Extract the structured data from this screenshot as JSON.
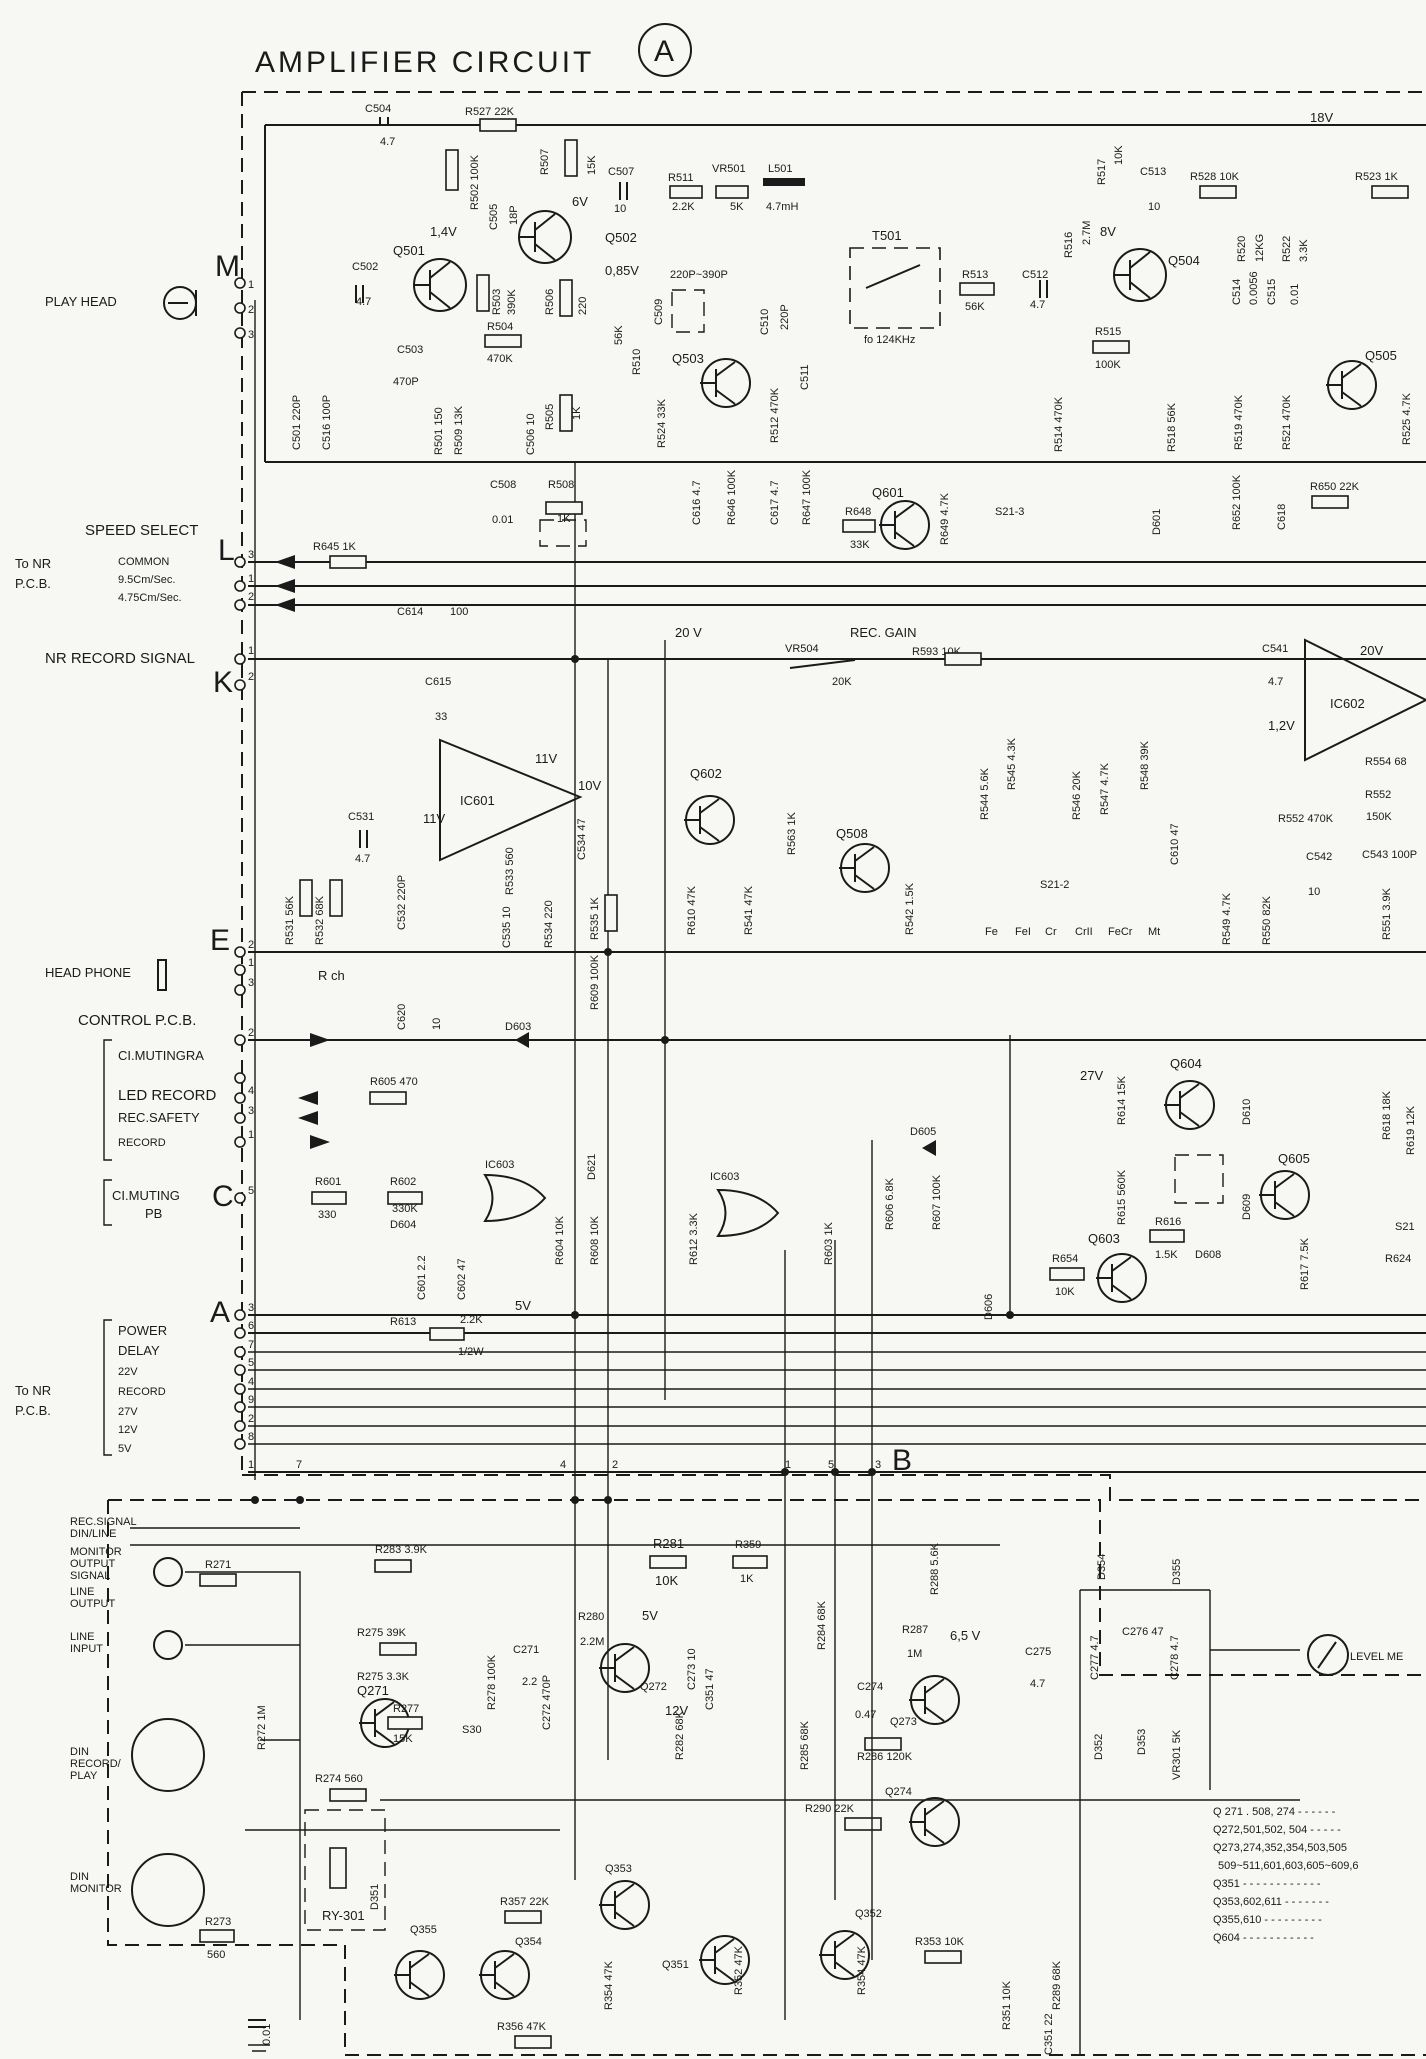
{
  "title": "AMPLIFIER CIRCUIT",
  "sheet_mark": "A",
  "section_b_mark": "B",
  "rails": {
    "r18": "18V",
    "r20a": "20 V",
    "r20b": "20V",
    "r27": "27V",
    "r12": "12V",
    "r5": "5V",
    "v6": "6V",
    "v085": "0,85V",
    "v14": "1,4V",
    "v8": "8V",
    "v11a": "11V",
    "v11b": "11V",
    "v10a": "11V",
    "v10b": "10V",
    "v12": "1,2V",
    "v65": "6,5 V",
    "v5b": "5V"
  },
  "left_labels": {
    "play_head": "PLAY HEAD",
    "speed_select": "SPEED SELECT",
    "to_nr_1": "To NR",
    "pcb_1": "P.C.B.",
    "common": "COMMON",
    "speed_95": "9.5Cm/Sec.",
    "speed_475": "4.75Cm/Sec.",
    "nr_record_signal": "NR RECORD SIGNAL",
    "head_phone": "HEAD PHONE",
    "rch": "R ch",
    "control_pcb": "CONTROL P.C.B.",
    "cl_muting_ra": "CI.MUTINGRA",
    "led_record": "LED RECORD",
    "rec_safety": "REC.SAFETY",
    "record": "RECORD",
    "cl_muting": "CI.MUTING",
    "pb": "PB",
    "power": "POWER",
    "delay": "DELAY",
    "v22": "22V",
    "record2": "RECORD",
    "v27": "27V",
    "v12": "12V",
    "v5": "5V",
    "to_nr_2": "To NR",
    "pcb_2": "P.C.B.",
    "rec_signal": "REC.SIGNAL",
    "din_line": "DIN/LINE",
    "monitor": "MONITOR",
    "output": "OUTPUT",
    "signal": "SIGNAL",
    "line": "LINE",
    "output2": "OUTPUT",
    "line2": "LINE",
    "input": "INPUT",
    "din": "DIN",
    "record_play": "RECORD/",
    "play": "PLAY",
    "din2": "DIN",
    "monitor2": "MONITOR",
    "level_meter": "LEVEL ME"
  },
  "connectors": {
    "M": "M",
    "L": "L",
    "K": "K",
    "E": "E",
    "C": "C",
    "A": "A"
  },
  "components": {
    "C504": "C504",
    "C504v": "4.7",
    "R527": "R527  22K",
    "R502": "R502 100K",
    "R507": "R507",
    "R507v": "15K",
    "C507": "C507",
    "C507v": "10",
    "R511": "R511",
    "R511v": "2.2K",
    "VR501": "VR501",
    "VR501v": "5K",
    "L501": "L501",
    "L501v": "4.7mH",
    "R517": "R517",
    "R517v": "10K",
    "C513": "C513",
    "C513v": "10",
    "R528": "R528 10K",
    "R523": "R523  1K",
    "C505": "C505",
    "C505v": "18P",
    "Q501": "Q501",
    "Q502": "Q502",
    "C502": "C502",
    "C502v": "4.7",
    "R503": "R503",
    "R503v": "390K",
    "R504": "R504",
    "R504v": "470K",
    "R506": "R506",
    "R506v": "220",
    "C503": "C503",
    "C503v": "470P",
    "C501": "C501 220P",
    "C516": "C516 100P",
    "R501": "R501 150",
    "R509": "R509 13K",
    "C506": "C506 10",
    "R505": "R505",
    "R505v": "1K",
    "C508": "C508",
    "C508v": "0.01",
    "R508": "R508",
    "R508v": "1K",
    "C509": "C509",
    "C509v": "220P~390P",
    "R510": "R510",
    "R510v": "56K",
    "Q503": "Q503",
    "R524": "R524 33K",
    "C510": "C510",
    "C510v": "220P",
    "C511": "C511",
    "R512": "R512 470K",
    "T501": "T501",
    "T501f": "fo 124KHz",
    "R513": "R513",
    "R513v": "56K",
    "C512": "C512",
    "C512v": "4.7",
    "R516": "R516",
    "R516v": "2.7M",
    "Q504": "Q504",
    "R515": "R515",
    "R515v": "100K",
    "R514": "R514 470K",
    "R518": "R518 56K",
    "R520": "R520",
    "R520v": "12KG",
    "R522": "R522",
    "R522v": "3.3K",
    "C514": "C514",
    "C514v": "0.0056",
    "C515": "C515",
    "C515v": "0.01",
    "R519": "R519 470K",
    "R521": "R521 470K",
    "Q505": "Q505",
    "R525": "R525 4.7K",
    "C616": "C616 4.7",
    "R646": "R646 100K",
    "C617": "C617 4.7",
    "R647": "R647 100K",
    "Q601": "Q601",
    "R648": "R648",
    "R648v": "33K",
    "R649": "R649 4.7K",
    "S21_3": "S21-3",
    "D601": "D601",
    "R652": "R652 100K",
    "C618": "C618",
    "R650": "R650 22K",
    "R645": "R645   1K",
    "C614": "C614",
    "C614v": "100",
    "C615": "C615",
    "C615v": "33",
    "IC601": "IC601",
    "C531": "C531",
    "C531v": "4.7",
    "R531": "R531 56K",
    "R532": "R532 68K",
    "C532": "C532 220P",
    "R533": "R533 560",
    "C535": "C535 10",
    "R534": "R534 220",
    "C534": "C534 47",
    "R535": "R535 1K",
    "Q602": "Q602",
    "R610": "R610 47K",
    "R541": "R541 47K",
    "R563": "R563 1K",
    "Q508": "Q508",
    "R542": "R542 1.5K",
    "REC_GAIN": "REC. GAIN",
    "VR504": "VR504",
    "VR504v": "20K",
    "R593": "R593   10K",
    "R544": "R544 5.6K",
    "R545": "R545 4.3K",
    "R546": "R546 20K",
    "R547": "R547 4.7K",
    "R548": "R548 39K",
    "S21_2": "S21-2",
    "C610": "C610 47",
    "R549": "R549 4.7K",
    "R550": "R550 82K",
    "C541": "C541",
    "C541v": "4.7",
    "IC602": "IC602",
    "R554": "R554 68",
    "R552": "R552",
    "R552v": "150K",
    "R552b": "R552 470K",
    "C542": "C542",
    "C542v": "10",
    "C543": "C543 100P",
    "R551": "R551 3.9K",
    "C620": "C620",
    "C620v": "10",
    "R609": "R609 100K",
    "D603": "D603",
    "R605": "R605 470",
    "Q604": "Q604",
    "R614": "R614 15K",
    "D610": "D610",
    "R618": "R618 18K",
    "R619": "R619 12K",
    "D605": "D605",
    "R615": "R615 560K",
    "D609": "D609",
    "Q605": "Q605",
    "R616": "R616",
    "R616v": "1.5K",
    "D608": "D608",
    "Q603": "Q603",
    "R654": "R654",
    "R654v": "10K",
    "D606": "D606",
    "R617": "R617 7.5K",
    "R624": "R624",
    "S21x": "S21",
    "R601": "R601",
    "R601v": "330",
    "R602": "R602",
    "R602v": "330K",
    "D604": "D604",
    "IC603a": "IC603",
    "D621": "D621",
    "C601": "C601 2.2",
    "C602": "C602 47",
    "R604": "R604 10K",
    "R608": "R608 10K",
    "IC603b": "IC603",
    "R612": "R612 3.3K",
    "R603": "R603 1K",
    "R606": "R606 6.8K",
    "R607": "R607 100K",
    "R613": "R613",
    "R613v": "2.2K",
    "R613w": "1/2W",
    "R271": "R271",
    "R283": "R283  3.9K",
    "R281": "R281",
    "R281v": "10K",
    "R359": "R359",
    "R359v": "1K",
    "R275a": "R275  39K",
    "R275b": "R275  3.3K",
    "Q271": "Q271",
    "R277": "R277",
    "R277v": "15K",
    "R272": "R272 1M",
    "R278": "R278 100K",
    "C271": "C271",
    "C271v": "2.2",
    "C272": "C272 470P",
    "R280": "R280",
    "R280v": "2.2M",
    "Q272": "Q272",
    "C273": "C273 10",
    "C351": "C351 47",
    "R282": "R282 68K",
    "S30": "S30",
    "R284": "R284 68K",
    "R288": "R288 5.6K",
    "R287": "R287",
    "R287v": "1M",
    "C274": "C274",
    "C274v": "0.47",
    "Q273": "Q273",
    "R285": "R285 68K",
    "R286": "R286  120K",
    "C275": "C275",
    "C275v": "4.7",
    "C276": "C276  47",
    "C277": "C277 4.7",
    "C278": "C278 4.7",
    "D354": "D354",
    "D355": "D355",
    "D352": "D352",
    "D353": "D353",
    "VR301": "VR301 5K",
    "R274": "R274  560",
    "RY301": "RY-301",
    "D351": "D351",
    "R290": "R290  22K",
    "Q274": "Q274",
    "Q353": "Q353",
    "R357": "R357  22K",
    "Q355": "Q355",
    "Q354": "Q354",
    "R354a": "R354 47K",
    "Q351": "Q351",
    "R352": "R352 47K",
    "Q352": "Q352",
    "R353": "R353  10K",
    "R354b": "R354 47K",
    "R351": "R351 10K",
    "R289": "R289 68K",
    "C351b": "C351 22",
    "R356": "R356  47K",
    "R273": "R273",
    "R273v": "560",
    "C_bottom": "0.01"
  },
  "pin_numbers": [
    "1",
    "2",
    "3",
    "3",
    "1",
    "2",
    "1",
    "2",
    "2",
    "1",
    "3",
    "2",
    "4",
    "3",
    "1",
    "5",
    "3",
    "6",
    "7",
    "5",
    "4",
    "9",
    "2",
    "8",
    "1",
    "7",
    "4",
    "2",
    "1",
    "5",
    "3"
  ],
  "legend": [
    "Q 271 . 508, 274 - - - - - -",
    "Q272,501,502, 504 - - - - -",
    "Q273,274,352,354,503,505",
    "509~511,601,603,605~609,6",
    "Q351 - - - - - - - - - - - -",
    "Q353,602,611 - - - - - - -",
    "Q355,610 - - - - - - - - -",
    "Q604 - - - - - - - - - - -"
  ],
  "fe_labels": [
    "Fe",
    "FeI",
    "Cr",
    "CrII",
    "FeCr",
    "Mt"
  ]
}
